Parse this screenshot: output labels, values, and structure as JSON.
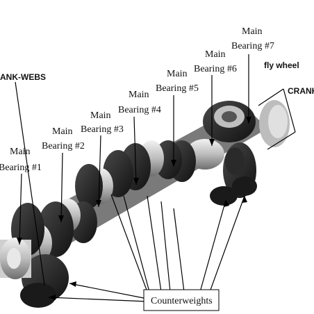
{
  "labels": {
    "crank_webs": "ANK-WEBS",
    "crank": "CRANK",
    "fly_wheel": "fly wheel",
    "counterweights": "Counterweights",
    "bearings": [
      {
        "line1": "Main",
        "line2": "Bearing #1"
      },
      {
        "line1": "Main",
        "line2": "Bearing #2"
      },
      {
        "line1": "Main",
        "line2": "Bearing #3"
      },
      {
        "line1": "Main",
        "line2": "Bearing #4"
      },
      {
        "line1": "Main",
        "line2": "Bearing #5"
      },
      {
        "line1": "Main",
        "line2": "Bearing #6"
      },
      {
        "line1": "Main",
        "line2": "Bearing #7"
      }
    ]
  },
  "colors": {
    "web_dark": "#1c1c1c",
    "journal_light": "#d9d9d9",
    "journal_mid": "#9a9a9a",
    "line": "#000000"
  }
}
